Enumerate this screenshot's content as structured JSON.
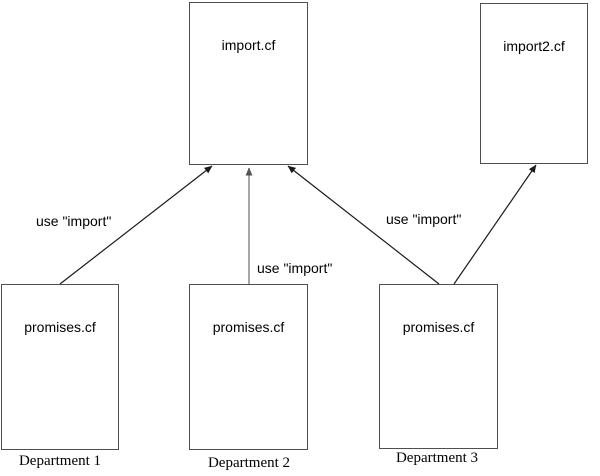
{
  "nodes": {
    "import": {
      "label": "import.cf"
    },
    "import2": {
      "label": "import2.cf"
    },
    "promises1": {
      "label": "promises.cf"
    },
    "promises2": {
      "label": "promises.cf"
    },
    "promises3": {
      "label": "promises.cf"
    }
  },
  "departments": [
    "Department 1",
    "Department 2",
    "Department 3"
  ],
  "edges": [
    {
      "from": "Department 1 promises.cf",
      "to": "import.cf",
      "label": "use \"import\""
    },
    {
      "from": "Department 2 promises.cf",
      "to": "import.cf",
      "label": "use \"import\""
    },
    {
      "from": "Department 3 promises.cf",
      "to": "import.cf",
      "label": "use \"import\""
    },
    {
      "from": "Department 3 promises.cf",
      "to": "import2.cf",
      "label": ""
    }
  ],
  "colors": {
    "background": "#ffffff",
    "box_border": "#4f4f4f",
    "edge": "#1a1a1a",
    "edge_muted": "#8f8f8f",
    "text": "#000000"
  }
}
